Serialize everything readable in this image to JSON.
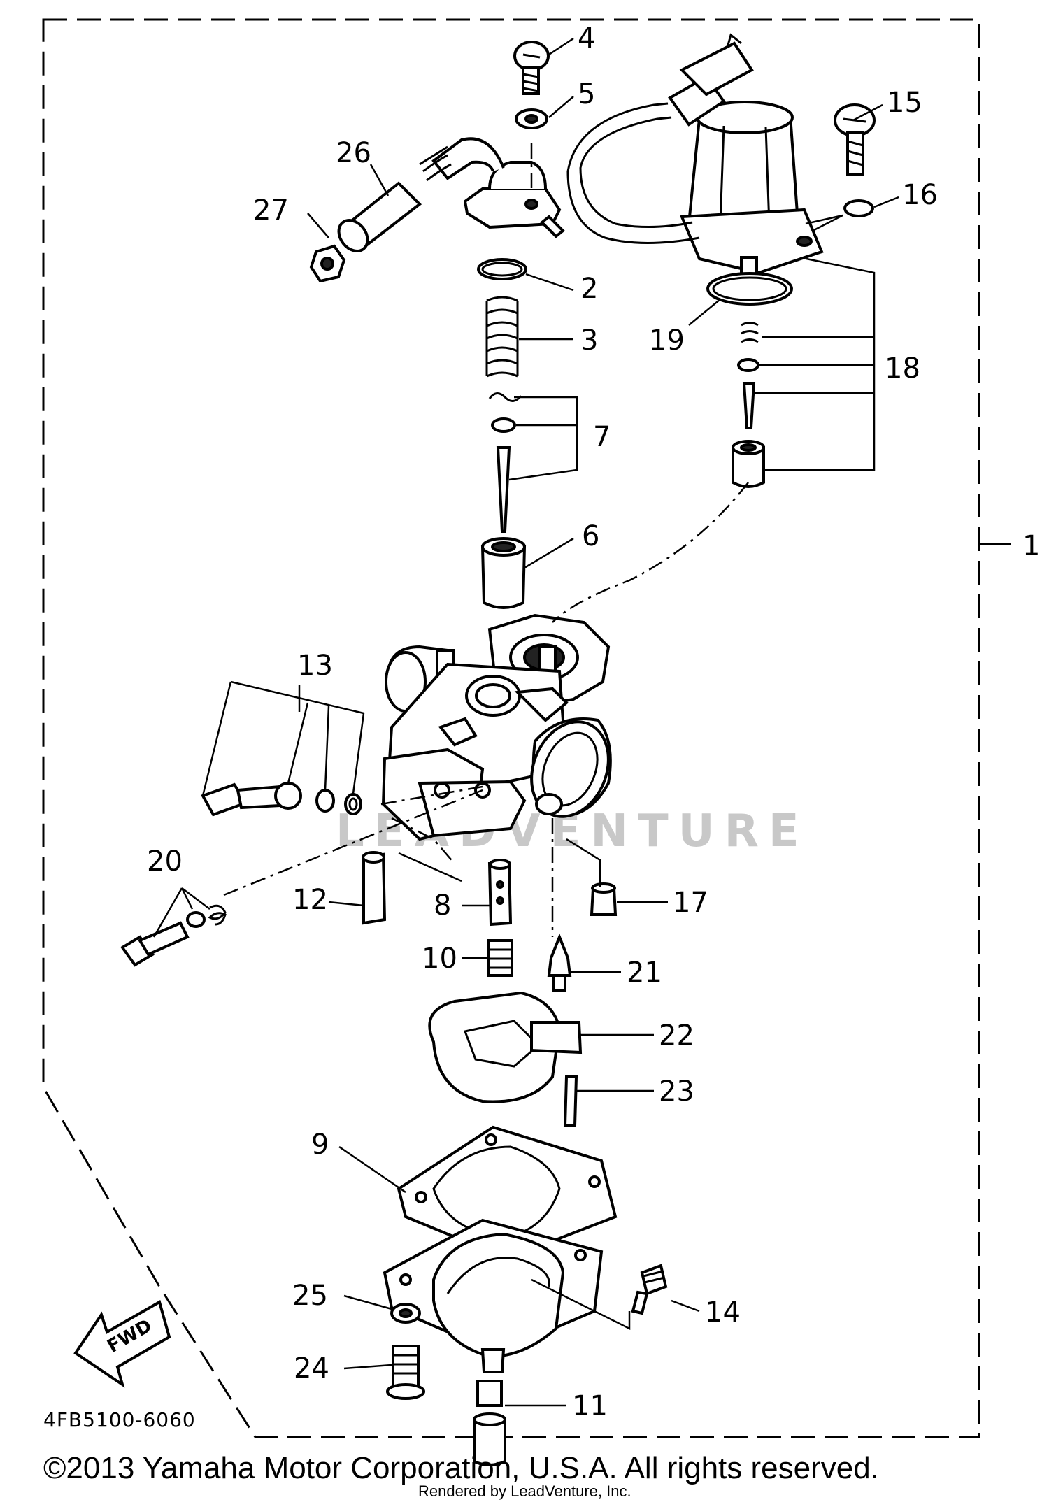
{
  "diagram": {
    "callouts": [
      "1",
      "2",
      "3",
      "4",
      "5",
      "6",
      "7",
      "8",
      "9",
      "10",
      "11",
      "12",
      "13",
      "14",
      "15",
      "16",
      "17",
      "18",
      "19",
      "20",
      "21",
      "22",
      "23",
      "24",
      "25",
      "26",
      "27"
    ],
    "fwd_label": "FWD",
    "drawing_code": "4FB5100-6060",
    "watermark": "LEADVENTURE",
    "copyright": "©2013 Yamaha Motor Corporation, U.S.A. All rights reserved.",
    "rendered_by": "Rendered by LeadVenture, Inc."
  }
}
